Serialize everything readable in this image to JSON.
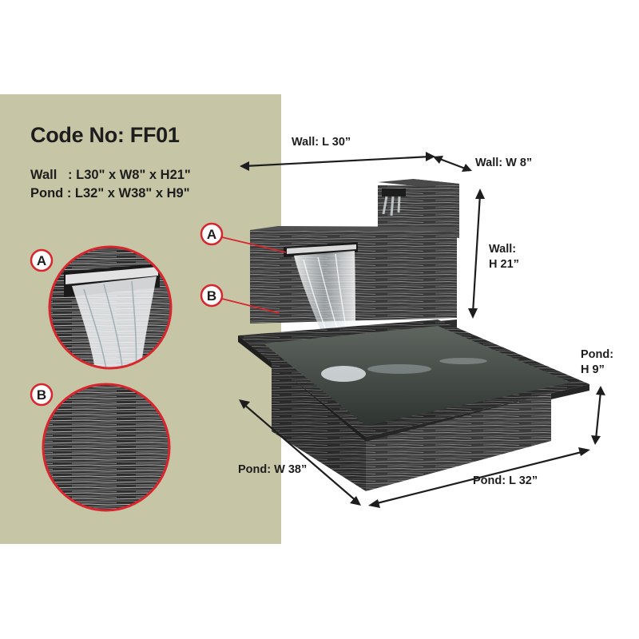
{
  "product": {
    "code": "Code No: FF01",
    "specs": {
      "wall": "Wall   : L30\" x W8\" x H21\"",
      "pond": "Pond : L32\" x W38\" x H9\""
    }
  },
  "callouts": [
    {
      "letter": "A",
      "meaning": "spillway"
    },
    {
      "letter": "B",
      "meaning": "wood-grain texture"
    }
  ],
  "dimensions": {
    "wall_length": "Wall: L 30”",
    "wall_width": "Wall: W 8”",
    "wall_height_line1": "Wall:",
    "wall_height_line2": "H 21”",
    "pond_height_line1": "Pond:",
    "pond_height_line2": "H 9”",
    "pond_width": "Pond: W 38”",
    "pond_length": "Pond: L 32”"
  },
  "colors": {
    "panel": "#c6c6a6",
    "callout_red": "#d7262e",
    "fountain_dark": "#3b3b3b",
    "text": "#1d1d1d"
  }
}
